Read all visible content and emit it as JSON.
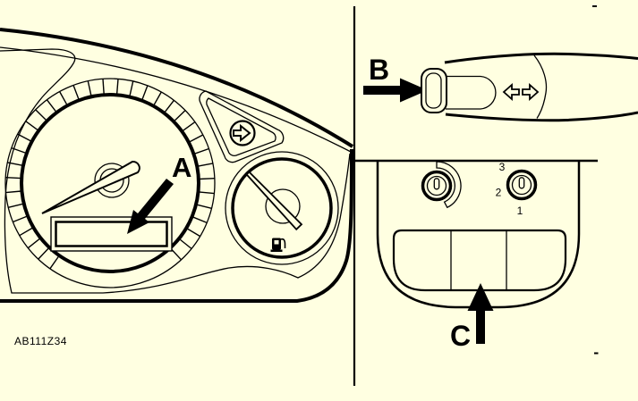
{
  "diagram": {
    "background_color": "#FFFFE1",
    "line_color": "#000000",
    "figure_code": "AB111Z34",
    "callouts": {
      "a": "A",
      "b": "B",
      "c": "C"
    },
    "fan_knob_positions": {
      "p1": "1",
      "p2": "2",
      "p3": "3"
    },
    "icons": [
      "turn-signal-indicator-icon",
      "fuel-pump-icon",
      "stalk-left-right-arrows-icon",
      "callout-a-arrow-icon",
      "callout-b-arrow-icon",
      "callout-c-arrow-icon"
    ]
  }
}
